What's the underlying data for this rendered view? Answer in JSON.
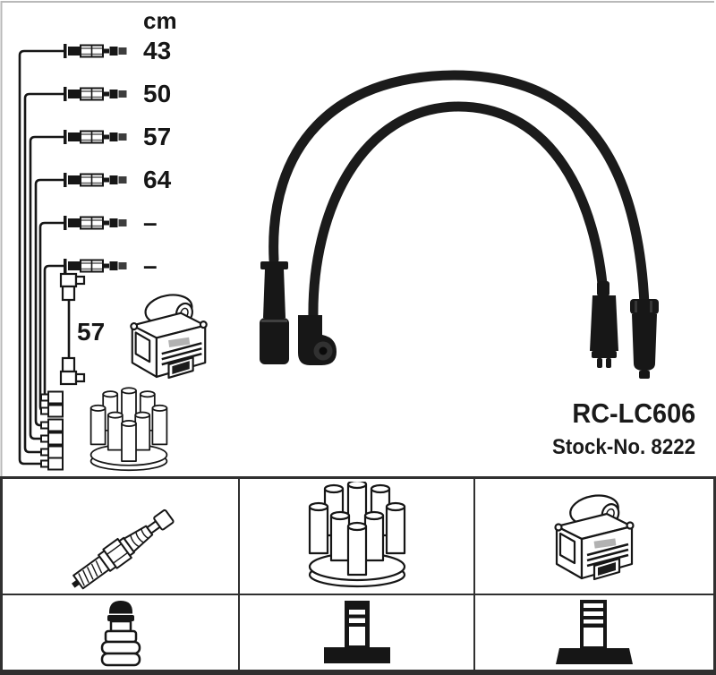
{
  "product": {
    "code": "RC-LC606",
    "stock_label": "Stock-No. 8222"
  },
  "diagram": {
    "unit_label": "cm",
    "cable_rows": [
      {
        "length": "43"
      },
      {
        "length": "50"
      },
      {
        "length": "57"
      },
      {
        "length": "64"
      },
      {
        "length": "–"
      },
      {
        "length": "–"
      }
    ],
    "coil_wire_length": "57",
    "icons": {
      "cable_row": "spark-plug-cable-with-connectors-icon",
      "bus": "cable-routing-lines",
      "terminals": "distributor-end-terminals-icon",
      "coil_wire": "coil-to-distributor-wire-icon",
      "ignition_coil": "ignition-coil-drawing",
      "distributor_cap": "distributor-cap-drawing"
    }
  },
  "photo": {
    "description_icon": "ignition-lead-set-photo"
  },
  "legend_table": {
    "cells": [
      {
        "icon": "spark-plug"
      },
      {
        "icon": "distributor-cap"
      },
      {
        "icon": "ignition-coil"
      },
      {
        "icon": "spark-plug-terminal-nut"
      },
      {
        "icon": "din-terminal-connector"
      },
      {
        "icon": "din-terminal-connector-large"
      }
    ]
  },
  "colors": {
    "ink": "#161616",
    "photo_black": "#181818",
    "table_border": "#303030",
    "background": "#ffffff"
  }
}
